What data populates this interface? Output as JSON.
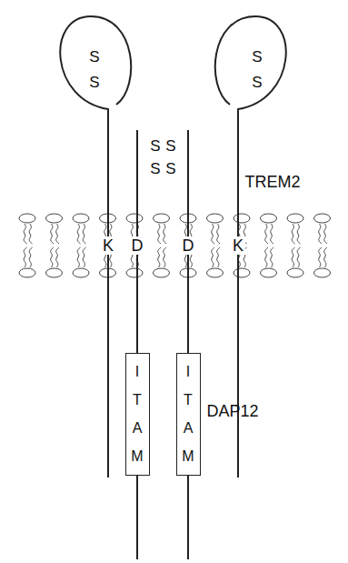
{
  "diagram": {
    "nodes": [
      {
        "text": [
          "I T A M"
        ]
      },
      {
        "text": [
          "I T A M"
        ]
      }
    ],
    "labels": [
      "S",
      "S",
      "S",
      "S",
      "S",
      "S",
      "S",
      "S",
      "TREM2",
      "K",
      "D",
      "D",
      "K",
      "DAP12"
    ]
  }
}
